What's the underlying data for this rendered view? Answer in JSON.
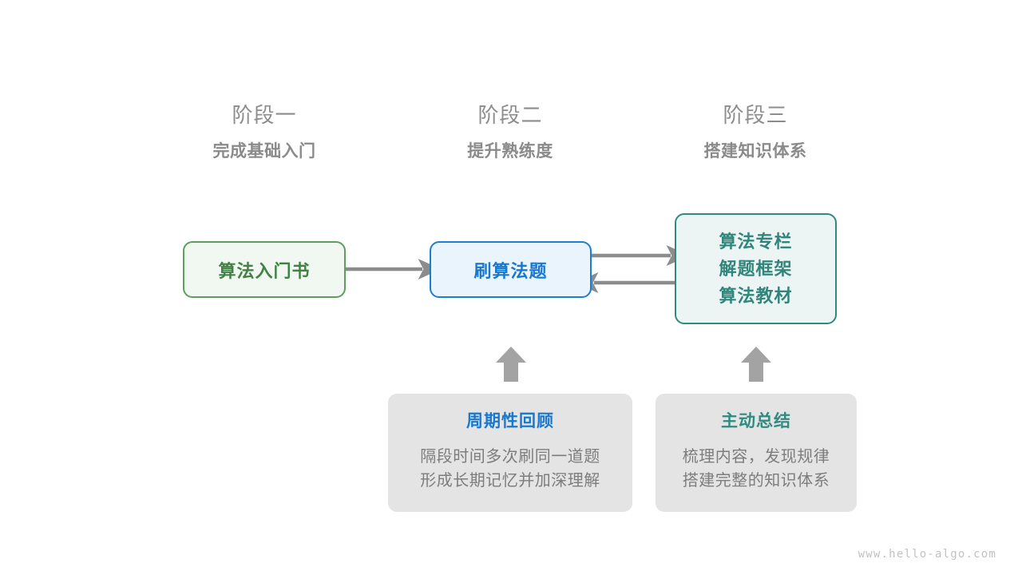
{
  "stages": [
    {
      "title": "阶段一",
      "subtitle": "完成基础入门"
    },
    {
      "title": "阶段二",
      "subtitle": "提升熟练度"
    },
    {
      "title": "阶段三",
      "subtitle": "搭建知识体系"
    }
  ],
  "nodes": {
    "book": {
      "label": "算法入门书"
    },
    "practice": {
      "label": "刷算法题"
    },
    "system": {
      "line1": "算法专栏",
      "line2": "解题框架",
      "line3": "算法教材"
    }
  },
  "cards": [
    {
      "title": "周期性回顾",
      "body_line1": "隔段时间多次刷同一道题",
      "body_line2": "形成长期记忆并加深理解"
    },
    {
      "title": "主动总结",
      "body_line1": "梳理内容，发现规律",
      "body_line2": "搭建完整的知识体系"
    }
  ],
  "footer": {
    "watermark": "www.hello-algo.com"
  },
  "colors": {
    "green_border": "#5c9e5c",
    "green_fill": "#f1f7f1",
    "green_text": "#418244",
    "blue_border": "#1a7fd4",
    "blue_fill": "#e9f4fd",
    "blue_text": "#1878cf",
    "teal_border": "#2f8a80",
    "teal_fill": "#edf5f4",
    "teal_text": "#31867c",
    "card_fill": "#e4e4e4",
    "arrow_gray": "#8c8c8c",
    "heading_gray": "#8d8d8d",
    "body_gray": "#7d7d7d",
    "watermark_gray": "#c2c2c2"
  }
}
